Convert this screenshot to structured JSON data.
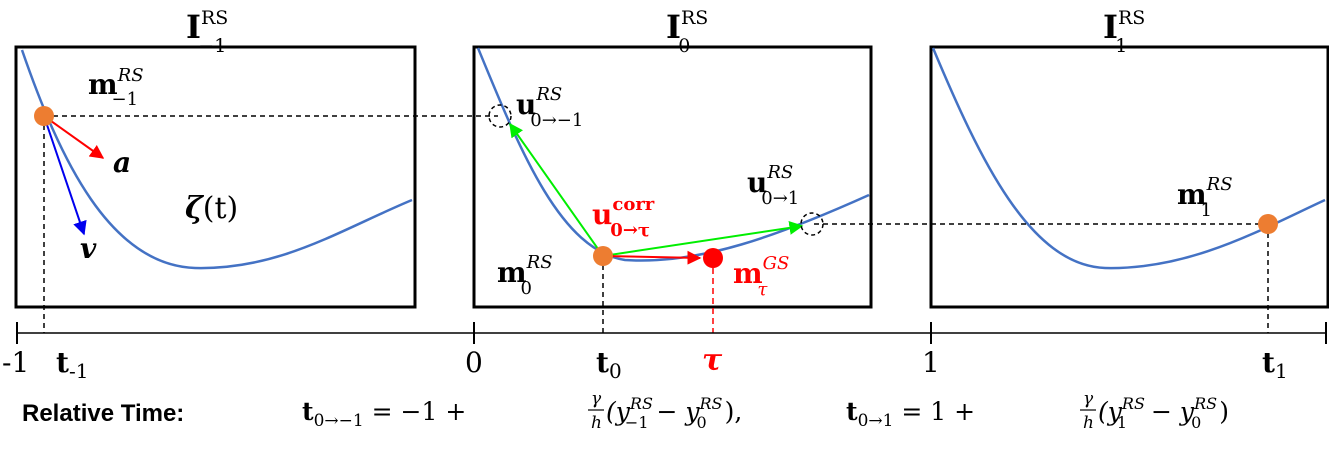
{
  "panels": {
    "left": {
      "title_main": "I",
      "title_sup": "RS",
      "title_sub": "−1",
      "point_main": "m",
      "point_sup": "RS",
      "point_sub": "−1",
      "vec_a": "a",
      "vec_v": "v",
      "curve_label": "ζ",
      "curve_arg": "(t)"
    },
    "middle": {
      "title_main": "I",
      "title_sup": "RS",
      "title_sub": "0",
      "u_neg_main": "u",
      "u_neg_sup": "RS",
      "u_neg_sub": "0→−1",
      "u_pos_main": "u",
      "u_pos_sup": "RS",
      "u_pos_sub": "0→1",
      "u_corr_main": "u",
      "u_corr_sup": "corr",
      "u_corr_sub": "0→τ",
      "m0_main": "m",
      "m0_sup": "RS",
      "m0_sub": "0",
      "mgs_main": "m",
      "mgs_sup": "GS",
      "mgs_sub": "τ"
    },
    "right": {
      "title_main": "I",
      "title_sup": "RS",
      "title_sub": "1",
      "point_main": "m",
      "point_sup": "RS",
      "point_sub": "1"
    }
  },
  "timeline": {
    "tick_neg1": "-1",
    "t_neg1_main": "t",
    "t_neg1_sub": "-1",
    "tick_0": "0",
    "t0_main": "t",
    "t0_sub": "0",
    "tau": "τ",
    "tick_1": "1",
    "t1_main": "t",
    "t1_sub": "1"
  },
  "equation": {
    "label": "Relative Time:",
    "t_a": "t",
    "t_a_sub": "0→−1",
    "eq1": " = −1 + ",
    "gamma1": "γ",
    "h1": "h",
    "open1": "(y",
    "y1_sup": "RS",
    "y1_sub": "−1",
    "minus1": " − y",
    "y2_sup": "RS",
    "y2_sub": "0",
    "close1": "), ",
    "t_b": "t",
    "t_b_sub": "0→1",
    "eq2": " = 1 + ",
    "gamma2": "γ",
    "h2": "h",
    "open2": "(y",
    "y3_sup": "RS",
    "y3_sub": "1",
    "minus2": " − y",
    "y4_sup": "RS",
    "y4_sub": "0",
    "close2": ")"
  },
  "colors": {
    "curve": "#4472c4",
    "point": "#ed7d31",
    "red": "#ff0000",
    "green": "#00ee00",
    "blue": "#0000ee"
  }
}
